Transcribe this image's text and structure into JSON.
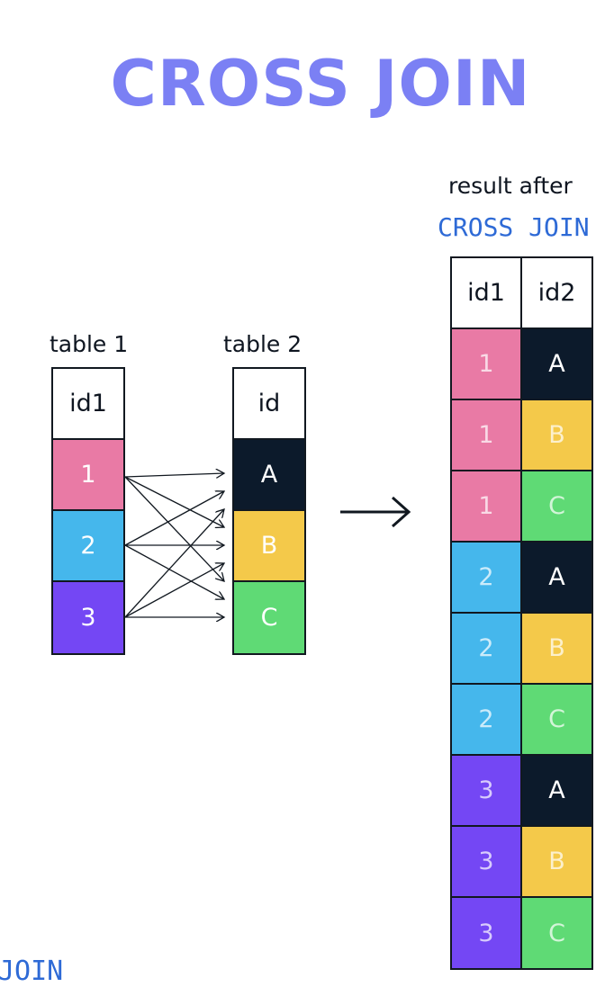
{
  "title": "CROSS JOIN",
  "table1": {
    "caption": "table 1",
    "header": "id1",
    "rows": [
      {
        "label": "1",
        "color": "#e97aa5"
      },
      {
        "label": "2",
        "color": "#45b7ec"
      },
      {
        "label": "3",
        "color": "#7447f4"
      }
    ]
  },
  "table2": {
    "caption": "table 2",
    "header": "id",
    "rows": [
      {
        "label": "A",
        "color": "#0c1a2b"
      },
      {
        "label": "B",
        "color": "#f4c94a"
      },
      {
        "label": "C",
        "color": "#5fda75"
      }
    ]
  },
  "result": {
    "caption_line1": "result after",
    "caption_line2": "CROSS JOIN",
    "headers": [
      "id1",
      "id2"
    ],
    "rows": [
      [
        "1",
        "A"
      ],
      [
        "1",
        "B"
      ],
      [
        "1",
        "C"
      ],
      [
        "2",
        "A"
      ],
      [
        "2",
        "B"
      ],
      [
        "2",
        "C"
      ],
      [
        "3",
        "A"
      ],
      [
        "3",
        "B"
      ],
      [
        "3",
        "C"
      ]
    ]
  },
  "footer_text": "JOIN"
}
